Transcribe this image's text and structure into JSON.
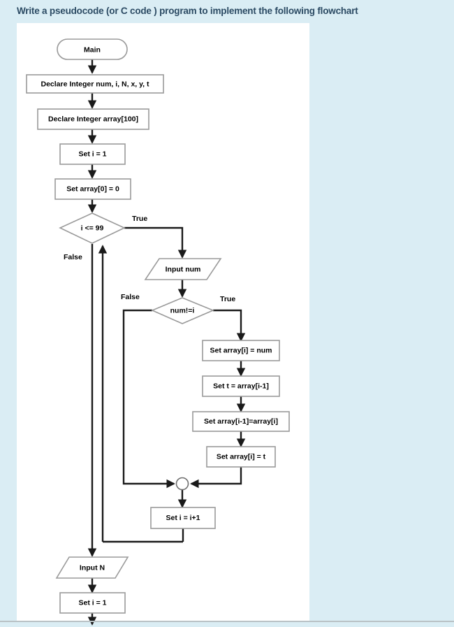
{
  "page": {
    "question_title": "Write a pseudocode (or  C code ) program to implement the following flowchart",
    "background_color": "#daedf4",
    "panel_color": "#ffffff",
    "title_color": "#2b4a63",
    "connector_color": "#1a1a1a",
    "shape_border_color": "#9a9a9a"
  },
  "flowchart": {
    "type": "flowchart",
    "nodes": [
      {
        "id": "start",
        "shape": "terminator",
        "label": "Main"
      },
      {
        "id": "decl1",
        "shape": "process",
        "label": "Declare Integer num, i, N, x, y, t"
      },
      {
        "id": "decl2",
        "shape": "process",
        "label": "Declare Integer array[100]"
      },
      {
        "id": "seti1",
        "shape": "process",
        "label": "Set i = 1"
      },
      {
        "id": "setarr0",
        "shape": "process",
        "label": "Set array[0] = 0"
      },
      {
        "id": "cond1",
        "shape": "decision",
        "label": "i <= 99"
      },
      {
        "id": "inputnum",
        "shape": "input-output",
        "label": "Input num"
      },
      {
        "id": "cond2",
        "shape": "decision",
        "label": "num!=i"
      },
      {
        "id": "setarrnum",
        "shape": "process",
        "label": "Set array[i] = num"
      },
      {
        "id": "sett",
        "shape": "process",
        "label": "Set t = array[i-1]"
      },
      {
        "id": "setswap",
        "shape": "process",
        "label": "Set array[i-1]=array[i]"
      },
      {
        "id": "setarrt",
        "shape": "process",
        "label": "Set array[i] = t"
      },
      {
        "id": "merge",
        "shape": "connector",
        "label": ""
      },
      {
        "id": "inci",
        "shape": "process",
        "label": "Set i = i+1"
      },
      {
        "id": "inputN",
        "shape": "input-output",
        "label": "Input N"
      },
      {
        "id": "seti1b",
        "shape": "process",
        "label": "Set i = 1"
      }
    ],
    "edge_labels": {
      "cond1_true": "True",
      "cond1_false": "False",
      "cond2_false": "False",
      "cond2_true": "True"
    }
  }
}
